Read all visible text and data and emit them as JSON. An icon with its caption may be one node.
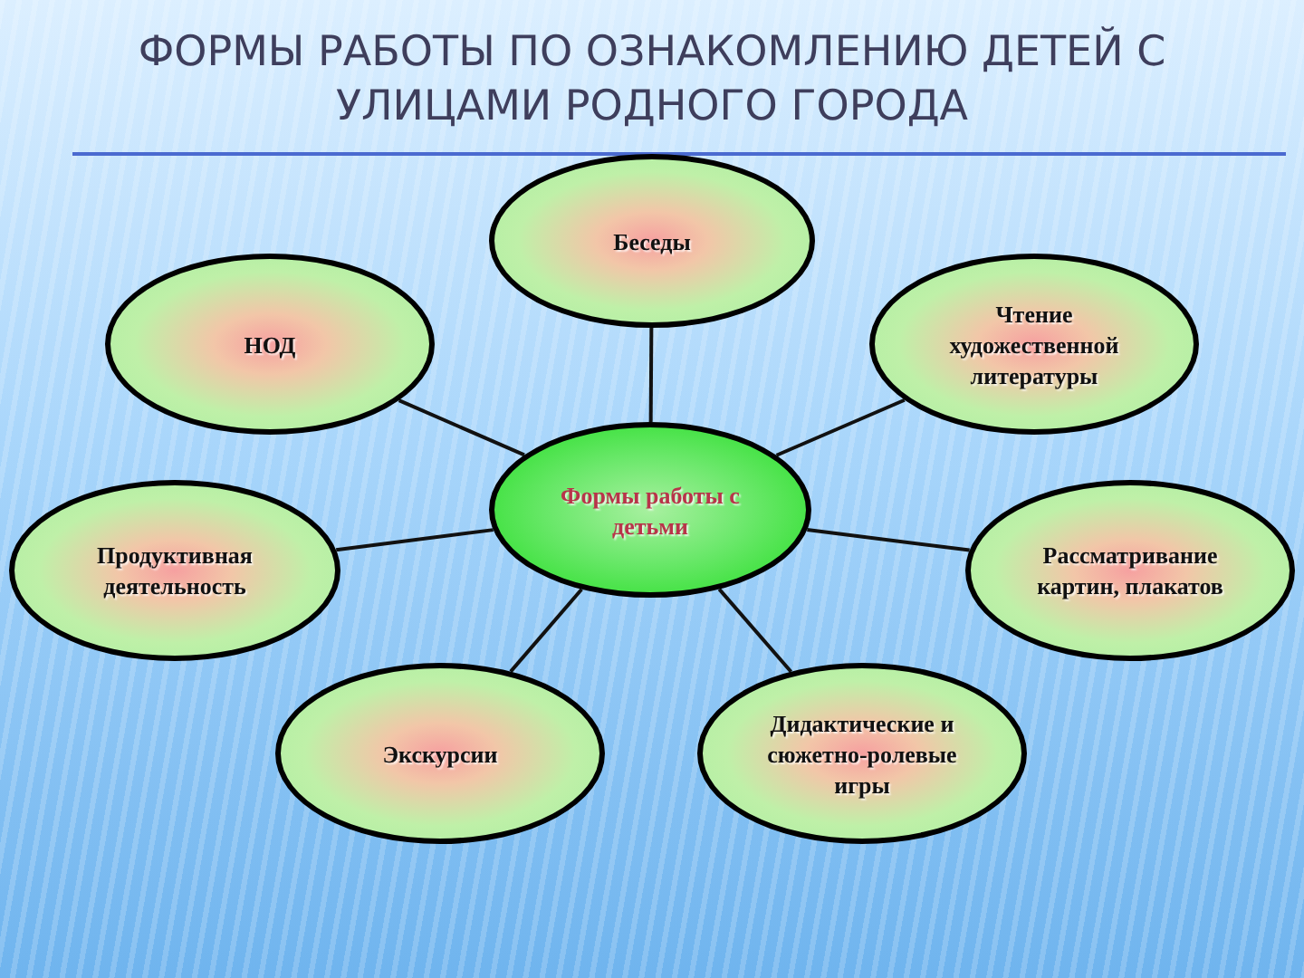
{
  "diagram": {
    "title": "ФОРМЫ РАБОТЫ ПО ОЗНАКОМЛЕНИЮ ДЕТЕЙ С УЛИЦАМИ РОДНОГО ГОРОДА",
    "nodes": [
      {
        "text": [
          "Беседы"
        ]
      },
      {
        "text": [
          "НОД"
        ]
      },
      {
        "text": [
          "Чтение художественной литературы"
        ]
      },
      {
        "text": [
          "Формы работы с детьми"
        ]
      },
      {
        "text": [
          "Продуктивная деятельность"
        ]
      },
      {
        "text": [
          "Рассматривание картин, плакатов"
        ]
      },
      {
        "text": [
          "Экскурсии"
        ]
      },
      {
        "text": [
          "Дидактические и сюжетно-ролевые игры"
        ]
      }
    ],
    "edges": [
      {
        "from": 3,
        "to": 0,
        "arrow": "none"
      },
      {
        "from": 3,
        "to": 1,
        "arrow": "none"
      },
      {
        "from": 3,
        "to": 2,
        "arrow": "none"
      },
      {
        "from": 3,
        "to": 4,
        "arrow": "none"
      },
      {
        "from": 3,
        "to": 5,
        "arrow": "none"
      },
      {
        "from": 3,
        "to": 6,
        "arrow": "none"
      },
      {
        "from": 3,
        "to": 7,
        "arrow": "none"
      }
    ]
  }
}
